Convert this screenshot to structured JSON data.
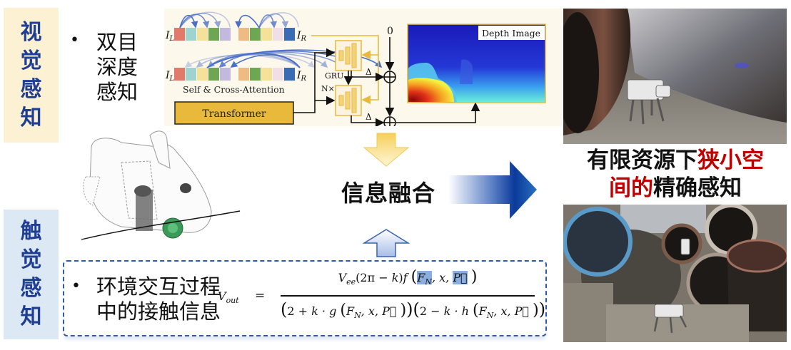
{
  "visual_section": {
    "side_label": [
      "视",
      "觉",
      "感",
      "知"
    ],
    "bullet": "•",
    "description_lines": [
      "双目",
      "深度",
      "感知"
    ]
  },
  "tactile_section": {
    "side_label": [
      "触",
      "觉",
      "感",
      "知"
    ],
    "bullet": "•",
    "description_lines": [
      "环境交互过程",
      "中的接触信息"
    ]
  },
  "depth_diagram": {
    "left_image_label": "I_L",
    "right_image_label": "I_R",
    "attention_label": "Self & Cross-Attention",
    "transformer_label": "Transformer",
    "gru_label": "GRU",
    "iterations_label": "N×",
    "delta_label": "Δ",
    "zero_label": "0",
    "output_label": "Depth Image",
    "left_token_colors": [
      "#e27a6c",
      "#9fd3cf",
      "#f5e29a",
      "#6fa653",
      "#c3b8dd"
    ],
    "right_token_colors": [
      "#efbb84",
      "#6fa653",
      "#f5e29a",
      "#f1dfe8",
      "#3a6bb5"
    ]
  },
  "fusion": {
    "label": "信息融合"
  },
  "formula": {
    "lhs": "V",
    "lhs_sub": "out",
    "equals": "=",
    "numerator": "V_ee(2π − k)f(F_N, x, P⃗)",
    "denominator": "(2 + k · g(F_N, x, P⃗))(2 − k · h(F_N, x, P⃗))"
  },
  "result": {
    "caption_parts": [
      {
        "text": "有限资源下",
        "emphasis": false
      },
      {
        "text": "狭小空",
        "emphasis": true
      },
      {
        "text": "间的",
        "emphasis": true
      },
      {
        "text": "精确感知",
        "emphasis": false
      }
    ]
  },
  "colors": {
    "side_label_text": "#1f3f94",
    "visual_panel_bg": "#fdf1d3",
    "tactile_panel_bg": "#dde8f5",
    "emphasis_red": "#c00000",
    "transformer_fill": "#e8b93a",
    "gru_stroke": "#e8b93a",
    "fusion_arrow": "#0b3a9a"
  }
}
